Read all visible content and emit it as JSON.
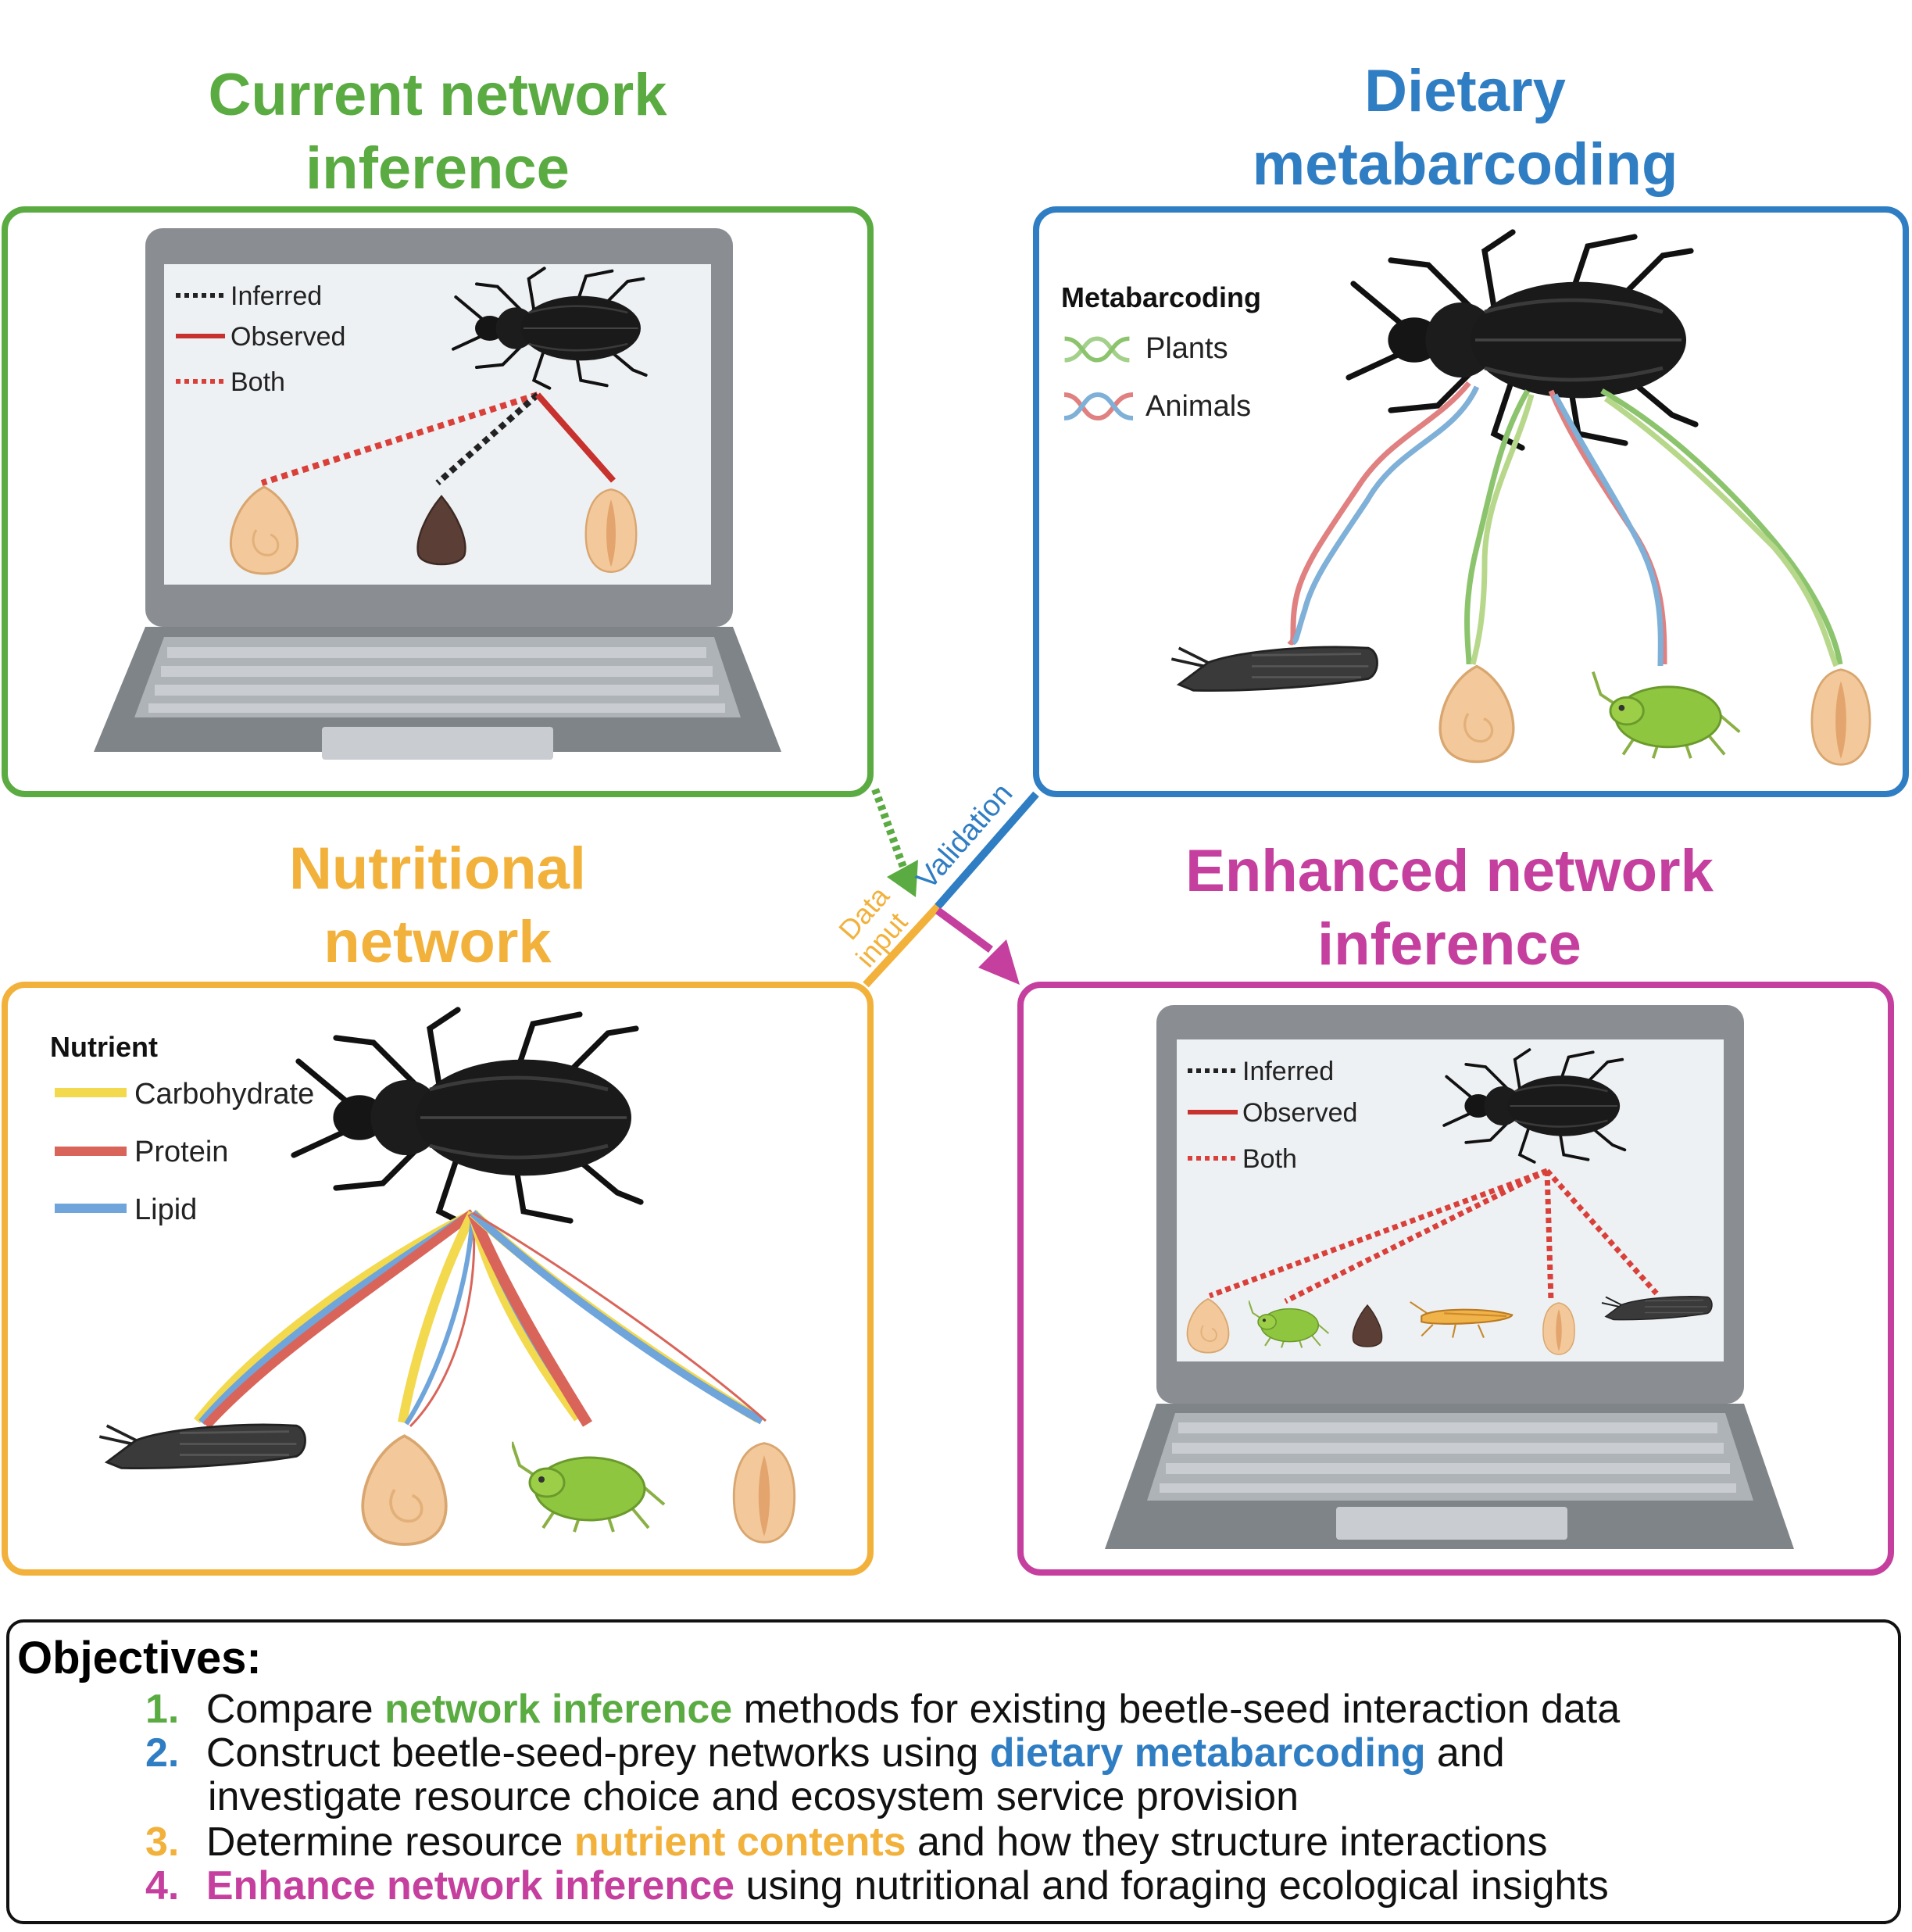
{
  "panels": {
    "current": {
      "title_line1": "Current network",
      "title_line2": "inference",
      "color": "#5aab41",
      "legend": [
        "Inferred",
        "Observed",
        "Both"
      ]
    },
    "dietary": {
      "title_line1": "Dietary",
      "title_line2": "metabarcoding",
      "color": "#2f7dc3",
      "legend_title": "Metabarcoding",
      "legend": [
        "Plants",
        "Animals"
      ]
    },
    "nutritional": {
      "title_line1": "Nutritional",
      "title_line2": "network",
      "color": "#f2b13b",
      "legend_title": "Nutrient",
      "legend": [
        "Carbohydrate",
        "Protein",
        "Lipid"
      ]
    },
    "enhanced": {
      "title_line1": "Enhanced network",
      "title_line2": "inference",
      "color": "#c53f9e",
      "legend": [
        "Inferred",
        "Observed",
        "Both"
      ]
    }
  },
  "connector": {
    "validation": "Validation",
    "data": "Data",
    "input": "input"
  },
  "objectives": {
    "title": "Objectives:",
    "items": [
      {
        "num": "1.",
        "pre": "Compare ",
        "hl": "network inference",
        "post": " methods for existing beetle-seed interaction data",
        "color": "#5aab41"
      },
      {
        "num": "2.",
        "pre": "Construct beetle-seed-prey networks using ",
        "hl": "dietary metabarcoding",
        "post": " and",
        "color": "#2f7dc3"
      },
      {
        "num": "",
        "pre": "investigate resource choice and ecosystem service provision",
        "hl": "",
        "post": "",
        "color": "#2f7dc3"
      },
      {
        "num": "3.",
        "pre": "Determine resource ",
        "hl": "nutrient contents",
        "post": " and how they structure interactions",
        "color": "#f2b13b"
      },
      {
        "num": "4.",
        "pre": "",
        "hl": "Enhance network inference",
        "post": " using nutritional and foraging ecological insights",
        "color": "#c53f9e"
      }
    ]
  },
  "colors": {
    "inferred": "#222222",
    "observed": "#c8322e",
    "both": "#d9403a",
    "plant_strand": "#8cc46e",
    "animal_red": "#e08080",
    "animal_blue": "#7fb0d8",
    "carbohydrate": "#f2d94e",
    "protein": "#d9655a",
    "lipid": "#6fa5db"
  }
}
